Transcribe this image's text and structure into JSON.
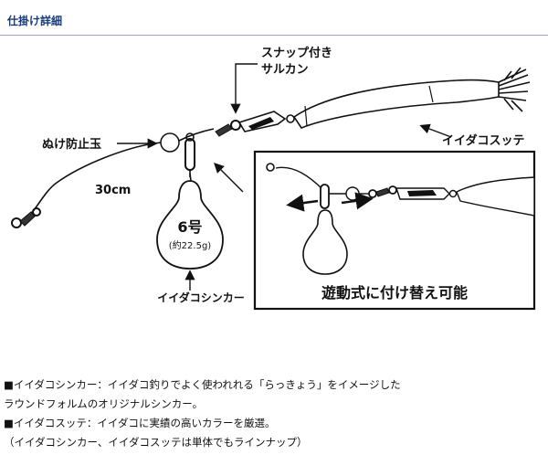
{
  "header": {
    "title": "仕掛け詳細"
  },
  "diagram": {
    "labels": {
      "snap_swivel": [
        "スナップ付き",
        "サルカン"
      ],
      "squid_jig": "イイダコスッテ",
      "stopper_bead": "ぬけ防止玉",
      "line_length": "30cm",
      "sinker_size": "6号",
      "sinker_weight": "(約22.5g)",
      "sinker_name": "イイダコシンカー",
      "inset_caption": "遊動式に付け替え可能"
    }
  },
  "notes": [
    "■イイダコシンカー：イイダコ釣りでよく使われれる「らっきょう」をイメージした",
    "ラウンドフォルムのオリジナルシンカー。",
    "■イイダコスッテ：イイダコに実績の高いカラーを厳選。",
    "（イイダコシンカー、イイダコスッテは単体でもラインナップ）"
  ]
}
